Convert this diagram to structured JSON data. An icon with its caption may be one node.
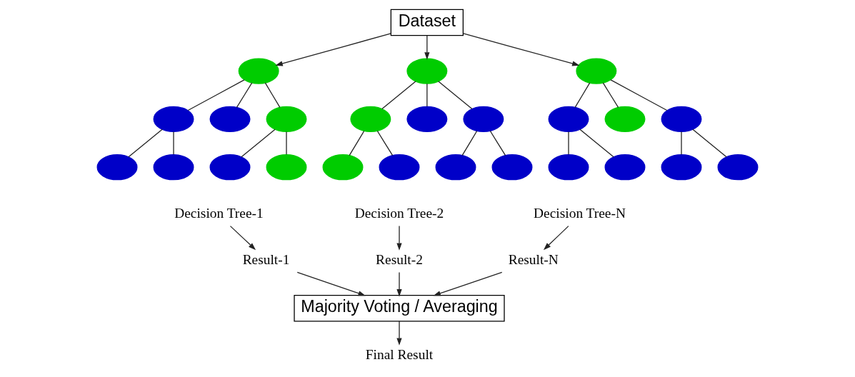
{
  "diagram": {
    "nodes": [
      {
        "text": [
          "Dataset"
        ]
      },
      {
        "text": [],
        "shape": "circle"
      },
      {
        "text": [],
        "shape": "circle"
      },
      {
        "text": [],
        "shape": "circle"
      },
      {
        "text": [],
        "shape": "circle"
      },
      {
        "text": [],
        "shape": "circle"
      },
      {
        "text": [],
        "shape": "circle"
      },
      {
        "text": [],
        "shape": "circle"
      },
      {
        "text": [],
        "shape": "circle"
      },
      {
        "text": [],
        "shape": "circle"
      },
      {
        "text": [],
        "shape": "circle"
      },
      {
        "text": [],
        "shape": "circle"
      },
      {
        "text": [],
        "shape": "circle"
      },
      {
        "text": [],
        "shape": "circle"
      },
      {
        "text": [],
        "shape": "circle"
      },
      {
        "text": [],
        "shape": "circle"
      },
      {
        "text": [],
        "shape": "circle"
      },
      {
        "text": [],
        "shape": "circle"
      },
      {
        "text": [],
        "shape": "circle"
      },
      {
        "text": [],
        "shape": "circle"
      },
      {
        "text": [],
        "shape": "circle"
      },
      {
        "text": [],
        "shape": "circle"
      },
      {
        "text": [],
        "shape": "circle"
      },
      {
        "text": [],
        "shape": "circle"
      },
      {
        "text": [],
        "shape": "circle"
      },
      {
        "text": [
          "Decision Tree-1"
        ]
      },
      {
        "text": [
          "Decision Tree-2"
        ]
      },
      {
        "text": [
          "Decision Tree-N"
        ]
      },
      {
        "text": [
          "Result-1"
        ]
      },
      {
        "text": [
          "Result-2"
        ]
      },
      {
        "text": [
          "Result-N"
        ]
      },
      {
        "text": [
          "Majority Voting / Averaging"
        ]
      },
      {
        "text": [
          "Final Result"
        ]
      }
    ],
    "edges": [
      {
        "from": 0,
        "to": 1,
        "arrow": "to"
      },
      {
        "from": 0,
        "to": 9,
        "arrow": "to"
      },
      {
        "from": 0,
        "to": 17,
        "arrow": "to"
      },
      {
        "from": 1,
        "to": 2,
        "arrow": "none"
      },
      {
        "from": 1,
        "to": 3,
        "arrow": "none"
      },
      {
        "from": 1,
        "to": 4,
        "arrow": "none"
      },
      {
        "from": 2,
        "to": 5,
        "arrow": "none"
      },
      {
        "from": 2,
        "to": 6,
        "arrow": "none"
      },
      {
        "from": 4,
        "to": 7,
        "arrow": "none"
      },
      {
        "from": 4,
        "to": 8,
        "arrow": "none"
      },
      {
        "from": 9,
        "to": 10,
        "arrow": "none"
      },
      {
        "from": 9,
        "to": 11,
        "arrow": "none"
      },
      {
        "from": 9,
        "to": 12,
        "arrow": "none"
      },
      {
        "from": 10,
        "to": 13,
        "arrow": "none"
      },
      {
        "from": 10,
        "to": 14,
        "arrow": "none"
      },
      {
        "from": 12,
        "to": 15,
        "arrow": "none"
      },
      {
        "from": 12,
        "to": 16,
        "arrow": "none"
      },
      {
        "from": 17,
        "to": 18,
        "arrow": "none"
      },
      {
        "from": 17,
        "to": 19,
        "arrow": "none"
      },
      {
        "from": 17,
        "to": 20,
        "arrow": "none"
      },
      {
        "from": 18,
        "to": 21,
        "arrow": "none"
      },
      {
        "from": 18,
        "to": 22,
        "arrow": "none"
      },
      {
        "from": 20,
        "to": 23,
        "arrow": "none"
      },
      {
        "from": 20,
        "to": 24,
        "arrow": "none"
      },
      {
        "from": 25,
        "to": 28,
        "arrow": "to"
      },
      {
        "from": 26,
        "to": 29,
        "arrow": "to"
      },
      {
        "from": 27,
        "to": 30,
        "arrow": "to"
      },
      {
        "from": 28,
        "to": 31,
        "arrow": "to"
      },
      {
        "from": 29,
        "to": 31,
        "arrow": "to"
      },
      {
        "from": 30,
        "to": 31,
        "arrow": "to"
      },
      {
        "from": 31,
        "to": 32,
        "arrow": "to"
      }
    ]
  }
}
